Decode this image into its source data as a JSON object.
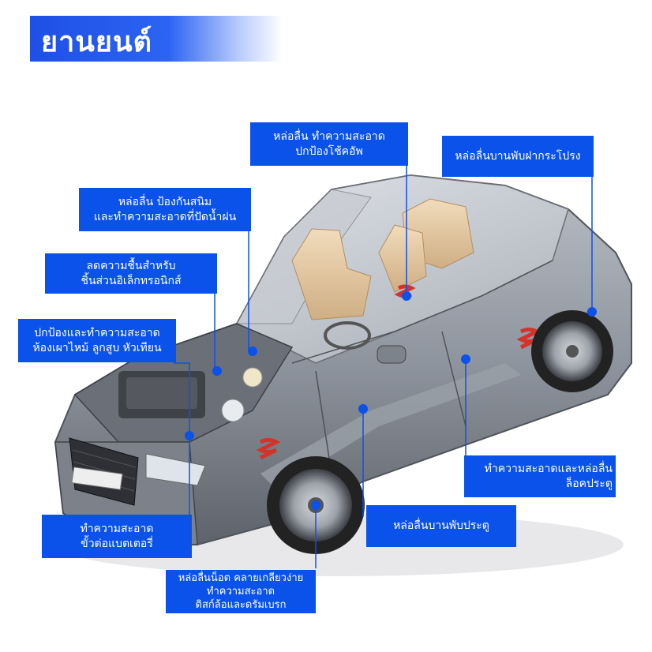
{
  "title": "ยานยนต์",
  "colors": {
    "accent": "#0a52ea",
    "banner": "#1f4fe6",
    "body": "#8d939c"
  },
  "callouts": [
    {
      "id": "cv-boot",
      "lines": [
        "หล่อลื่น ทำความสะอาด",
        "ปกป้องโช้คอัพ"
      ]
    },
    {
      "id": "trunk-hinge",
      "lines": [
        "หล่อลื่นบานพับฝากระโปรง"
      ]
    },
    {
      "id": "rust",
      "lines": [
        "หล่อลื่น ป้องกันสนิม",
        "และทำความสะอาดที่ปัดน้ำฝน"
      ]
    },
    {
      "id": "moisture",
      "lines": [
        "ลดความชื้นสำหรับ",
        "ชิ้นส่วนอิเล็กทรอนิกส์"
      ]
    },
    {
      "id": "engine",
      "lines": [
        "ปกป้องและทำความสะอาด",
        "ห้องเผาไหม้ ลูกสูบ หัวเทียน"
      ]
    },
    {
      "id": "door-lock",
      "lines": [
        "ทำความสะอาดและหล่อลื่น",
        "ล็อคประตู"
      ]
    },
    {
      "id": "battery",
      "lines": [
        "ทำความสะอาด",
        "ขั้วต่อแบตเตอรี่"
      ]
    },
    {
      "id": "door-hinge",
      "lines": [
        "หล่อลื่นบานพับประตู"
      ]
    },
    {
      "id": "brake",
      "lines": [
        "หล่อลื่นน็อต คลายเกลียวง่าย",
        "ทำความสะอาด",
        "ดิสก์ล้อและดรัมเบรก"
      ]
    }
  ]
}
